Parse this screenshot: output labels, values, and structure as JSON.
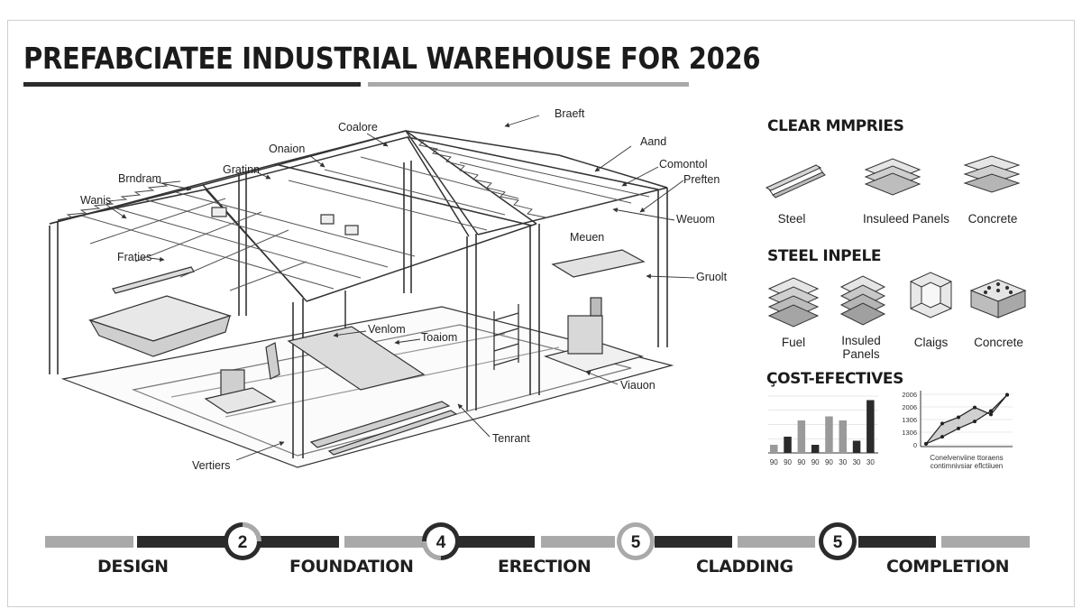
{
  "title": "PREFABCIATEE INDUSTRIAL WAREHOUSE FOR 2026",
  "diagram_labels": {
    "coalore": "Coalore",
    "braeft": "Braeft",
    "onaion": "Onaion",
    "aand": "Aand",
    "gratinn": "Gratinn",
    "comontol": "Comontol",
    "brndram": "Brndram",
    "preften": "Preften",
    "wanis": "Wanis",
    "weuom": "Weuom",
    "meuen": "Meuen",
    "fraties": "Fraties",
    "gruolt": "Gruolt",
    "venlom": "Venlom",
    "toaiom": "Toaiom",
    "viauon": "Viauon",
    "tenrant": "Tenrant",
    "vertiers": "Vertiers"
  },
  "materials": {
    "heading": "CLEAR MMPRIES",
    "items": [
      "Steel",
      "Insuleed Panels",
      "Concrete"
    ]
  },
  "steel": {
    "heading": "STEEL INPELE",
    "items": [
      "Fuel",
      "Insuled Panels",
      "Claigs",
      "Concrete"
    ]
  },
  "cost": {
    "heading": "ÇOST-EFECTIVES",
    "bar_xlabels": [
      "90",
      "90",
      "90",
      "90",
      "90",
      "30",
      "30",
      "30"
    ],
    "line_yticks": [
      "2006",
      "2006",
      "1306",
      "1306",
      "0"
    ],
    "line_caption_1": "Conelvenviine ttoraens",
    "line_caption_2": "contimnivsiar eflctiiuen"
  },
  "colors": {
    "dark": "#2b2b2b",
    "light": "#a9a9a9",
    "line": "#3a3a3a"
  },
  "chart_data": [
    {
      "type": "bar",
      "categories": [
        "90",
        "90",
        "90",
        "90",
        "90",
        "30",
        "30",
        "30"
      ],
      "series": [
        {
          "values": [
            1,
            2,
            4,
            1,
            4.5,
            4,
            1.5,
            6.5
          ],
          "colors": [
            "#9a9a9a",
            "#2b2b2b",
            "#9a9a9a",
            "#2b2b2b",
            "#9a9a9a",
            "#9a9a9a",
            "#2b2b2b",
            "#2b2b2b"
          ]
        }
      ],
      "ylim": [
        0,
        7
      ]
    },
    {
      "type": "line",
      "y_tick_labels": [
        "2006",
        "2006",
        "1306",
        "1306",
        "0"
      ],
      "series": [
        {
          "values": [
            0.4,
            3.3,
            4.2,
            5.6,
            4.6,
            7.4
          ]
        },
        {
          "values": [
            0.4,
            1.4,
            2.6,
            3.6,
            5.1,
            7.4
          ]
        }
      ],
      "ylim": [
        0,
        8
      ]
    }
  ],
  "timeline": {
    "steps": [
      {
        "label": "DESIGN"
      },
      {
        "label": "FOUNDATION"
      },
      {
        "label": "ERECTION"
      },
      {
        "label": "CLADDING"
      },
      {
        "label": "COMPLETION"
      }
    ],
    "markers": [
      "2",
      "4",
      "5",
      "5"
    ]
  }
}
